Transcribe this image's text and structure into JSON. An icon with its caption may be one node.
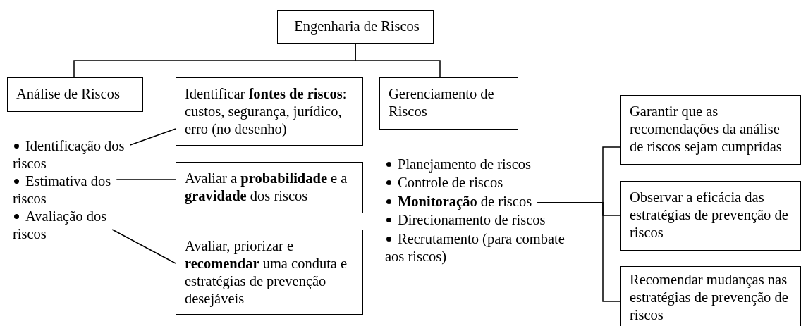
{
  "diagram": {
    "nodes": [
      {
        "text": [
          "Engenharia de Riscos"
        ]
      },
      {
        "text": [
          "Análise de Riscos"
        ]
      },
      {
        "text": [
          "Identificar **fontes de riscos**: custos, segurança, jurídico, erro (no desenho)"
        ]
      },
      {
        "text": [
          "Gerenciamento de Riscos"
        ]
      },
      {
        "text": [
          "Identificação dos riscos"
        ]
      },
      {
        "text": [
          "Estimativa dos riscos"
        ]
      },
      {
        "text": [
          "Avaliação dos riscos"
        ]
      },
      {
        "text": [
          "Avaliar a **probabilidade** e a **gravidade** dos riscos"
        ]
      },
      {
        "text": [
          "Avaliar, priorizar e **recomendar** uma conduta e estratégias de prevenção desejáveis"
        ]
      },
      {
        "text": [
          "Planejamento de riscos"
        ]
      },
      {
        "text": [
          "Controle de riscos"
        ]
      },
      {
        "text": [
          "**Monitoração** de riscos"
        ]
      },
      {
        "text": [
          "Direcionamento de riscos"
        ]
      },
      {
        "text": [
          "Recrutamento (para combate aos riscos)"
        ]
      },
      {
        "text": [
          "Garantir que as recomendações da análise de riscos sejam cumpridas"
        ]
      },
      {
        "text": [
          "Observar a eficácia das estratégias de prevenção de riscos"
        ]
      },
      {
        "text": [
          "Recomendar mudanças nas estratégias de prevenção de riscos"
        ]
      }
    ],
    "edges": [
      {
        "from": 0,
        "to": 1,
        "arrow": "none"
      },
      {
        "from": 0,
        "to": 3,
        "arrow": "none"
      },
      {
        "from": 4,
        "to": 2,
        "arrow": "none"
      },
      {
        "from": 5,
        "to": 7,
        "arrow": "none"
      },
      {
        "from": 6,
        "to": 8,
        "arrow": "none"
      },
      {
        "from": 11,
        "to": 14,
        "arrow": "none"
      },
      {
        "from": 11,
        "to": 15,
        "arrow": "none"
      },
      {
        "from": 11,
        "to": 16,
        "arrow": "none"
      }
    ]
  }
}
